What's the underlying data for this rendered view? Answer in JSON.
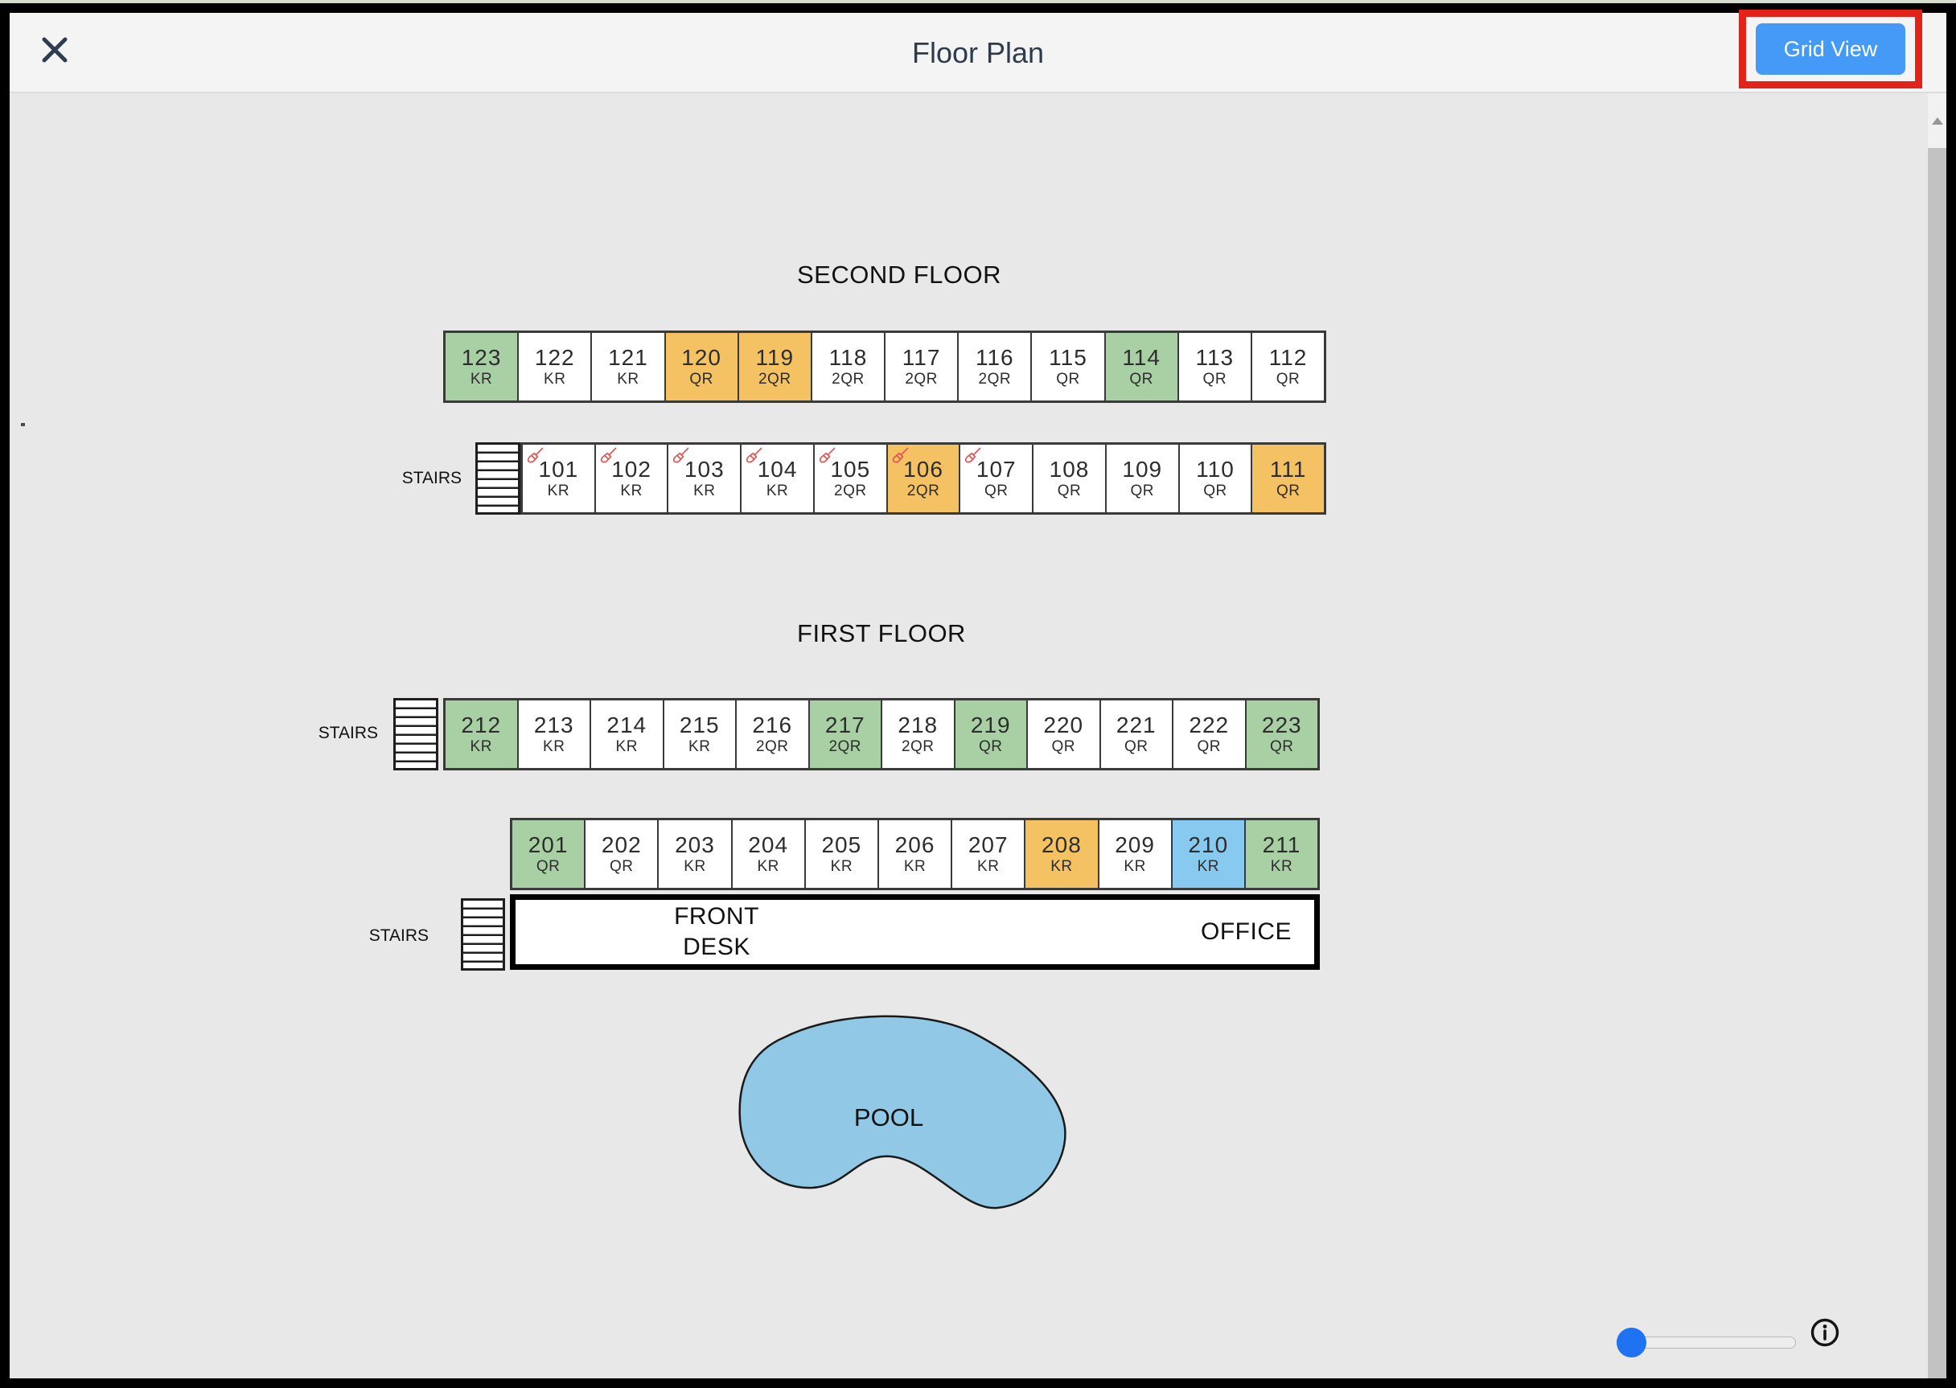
{
  "header": {
    "title": "Floor Plan",
    "grid_view_label": "Grid View"
  },
  "labels": {
    "stairs": "STAIRS"
  },
  "colors": {
    "green": "#a9d0a4",
    "orange": "#f4c262",
    "blue": "#87c9ef",
    "white": "#ffffff",
    "button_blue": "#4599f7",
    "annotation_red": "#e3231a",
    "slider_blue": "#1f72f1"
  },
  "floors": [
    {
      "title": "SECOND FLOOR",
      "rows": [
        {
          "stairs": false,
          "rooms": [
            {
              "number": "123",
              "type": "KR",
              "highlight": "green"
            },
            {
              "number": "122",
              "type": "KR",
              "highlight": "white"
            },
            {
              "number": "121",
              "type": "KR",
              "highlight": "white"
            },
            {
              "number": "120",
              "type": "QR",
              "highlight": "orange"
            },
            {
              "number": "119",
              "type": "2QR",
              "highlight": "orange"
            },
            {
              "number": "118",
              "type": "2QR",
              "highlight": "white"
            },
            {
              "number": "117",
              "type": "2QR",
              "highlight": "white"
            },
            {
              "number": "116",
              "type": "2QR",
              "highlight": "white"
            },
            {
              "number": "115",
              "type": "QR",
              "highlight": "white"
            },
            {
              "number": "114",
              "type": "QR",
              "highlight": "green"
            },
            {
              "number": "113",
              "type": "QR",
              "highlight": "white"
            },
            {
              "number": "112",
              "type": "QR",
              "highlight": "white"
            }
          ]
        },
        {
          "stairs": true,
          "rooms": [
            {
              "number": "101",
              "type": "KR",
              "highlight": "white",
              "flag": true
            },
            {
              "number": "102",
              "type": "KR",
              "highlight": "white",
              "flag": true
            },
            {
              "number": "103",
              "type": "KR",
              "highlight": "white",
              "flag": true
            },
            {
              "number": "104",
              "type": "KR",
              "highlight": "white",
              "flag": true
            },
            {
              "number": "105",
              "type": "2QR",
              "highlight": "white",
              "flag": true
            },
            {
              "number": "106",
              "type": "2QR",
              "highlight": "orange",
              "flag": true
            },
            {
              "number": "107",
              "type": "QR",
              "highlight": "white",
              "flag": true
            },
            {
              "number": "108",
              "type": "QR",
              "highlight": "white"
            },
            {
              "number": "109",
              "type": "QR",
              "highlight": "white"
            },
            {
              "number": "110",
              "type": "QR",
              "highlight": "white"
            },
            {
              "number": "111",
              "type": "QR",
              "highlight": "orange"
            }
          ]
        }
      ]
    },
    {
      "title": "FIRST FLOOR",
      "rows": [
        {
          "stairs": true,
          "rooms": [
            {
              "number": "212",
              "type": "KR",
              "highlight": "green"
            },
            {
              "number": "213",
              "type": "KR",
              "highlight": "white"
            },
            {
              "number": "214",
              "type": "KR",
              "highlight": "white"
            },
            {
              "number": "215",
              "type": "KR",
              "highlight": "white"
            },
            {
              "number": "216",
              "type": "2QR",
              "highlight": "white"
            },
            {
              "number": "217",
              "type": "2QR",
              "highlight": "green"
            },
            {
              "number": "218",
              "type": "2QR",
              "highlight": "white"
            },
            {
              "number": "219",
              "type": "QR",
              "highlight": "green"
            },
            {
              "number": "220",
              "type": "QR",
              "highlight": "white"
            },
            {
              "number": "221",
              "type": "QR",
              "highlight": "white"
            },
            {
              "number": "222",
              "type": "QR",
              "highlight": "white"
            },
            {
              "number": "223",
              "type": "QR",
              "highlight": "green"
            }
          ]
        },
        {
          "stairs": false,
          "rooms": [
            {
              "number": "201",
              "type": "QR",
              "highlight": "green"
            },
            {
              "number": "202",
              "type": "QR",
              "highlight": "white"
            },
            {
              "number": "203",
              "type": "KR",
              "highlight": "white"
            },
            {
              "number": "204",
              "type": "KR",
              "highlight": "white"
            },
            {
              "number": "205",
              "type": "KR",
              "highlight": "white"
            },
            {
              "number": "206",
              "type": "KR",
              "highlight": "white"
            },
            {
              "number": "207",
              "type": "KR",
              "highlight": "white"
            },
            {
              "number": "208",
              "type": "KR",
              "highlight": "orange"
            },
            {
              "number": "209",
              "type": "KR",
              "highlight": "white"
            },
            {
              "number": "210",
              "type": "KR",
              "highlight": "blue"
            },
            {
              "number": "211",
              "type": "KR",
              "highlight": "green"
            }
          ]
        }
      ]
    }
  ],
  "front_desk": {
    "line1": "FRONT",
    "line2": "DESK",
    "office": "OFFICE"
  },
  "pool_label": "POOL",
  "zoom_slider": {
    "value_percent": 0
  }
}
